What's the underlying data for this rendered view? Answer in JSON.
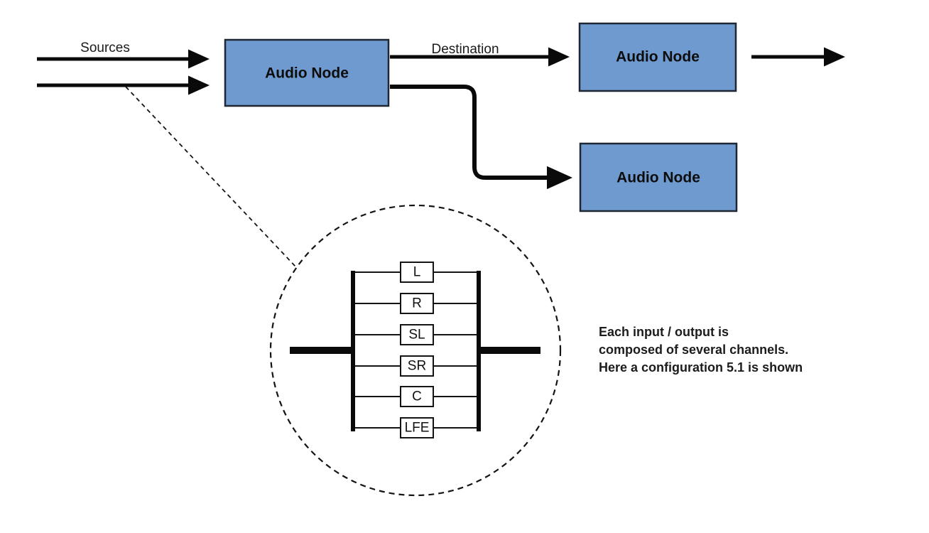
{
  "diagram": {
    "labels": {
      "sources": "Sources",
      "destination": "Destination"
    },
    "nodes": [
      {
        "label": "Audio Node"
      },
      {
        "label": "Audio Node"
      },
      {
        "label": "Audio Node"
      }
    ],
    "channels": [
      "L",
      "R",
      "SL",
      "SR",
      "C",
      "LFE"
    ],
    "annotation": {
      "line1": "Each input / output is",
      "line2": "composed of several channels.",
      "line3": "Here a configuration 5.1 is shown"
    },
    "colors": {
      "node_fill": "#6f9ad0",
      "node_border": "#1e2733",
      "line": "#0a0a0a",
      "background": "#ffffff"
    }
  }
}
